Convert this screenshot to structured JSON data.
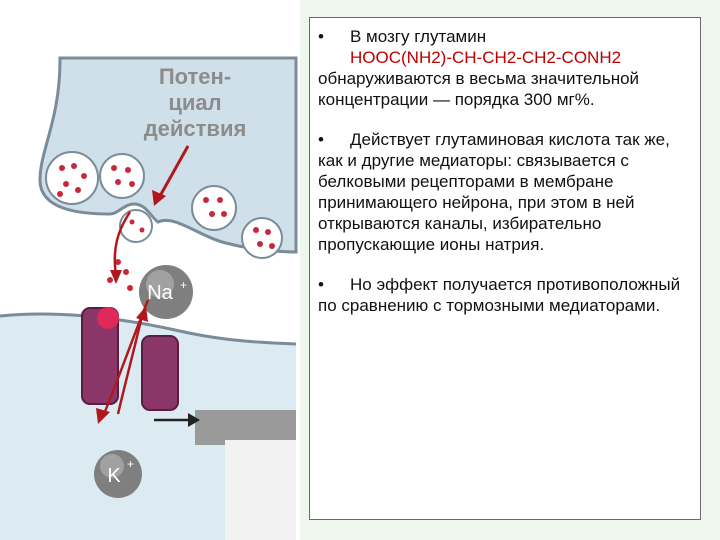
{
  "illustration": {
    "label_potential": [
      "Потен-",
      "циал",
      "действия"
    ],
    "ion_na": "Na",
    "ion_na_sup": "+",
    "ion_k": "K",
    "ion_k_sup": "+"
  },
  "bullets": [
    {
      "marker": "•",
      "lead": "В мозгу глутамин",
      "formula": "HOOC(NH2)-CH-CH2-CH2-CONH2",
      "text": "обнаруживаются в весьма значительной концентрации — порядка 300 мг%."
    },
    {
      "marker": "•",
      "lead": "Действует глутаминовая кислота",
      "text": "так же, как и другие медиаторы: связывается с белковыми рецепторами в мембране принимающего нейрона, при этом в ней открываются каналы, избирательно пропускающие ионы натрия."
    },
    {
      "marker": "•",
      "lead": "Но эффект получается",
      "text": "противоположный по сравнению с тормозными медиаторами."
    }
  ]
}
